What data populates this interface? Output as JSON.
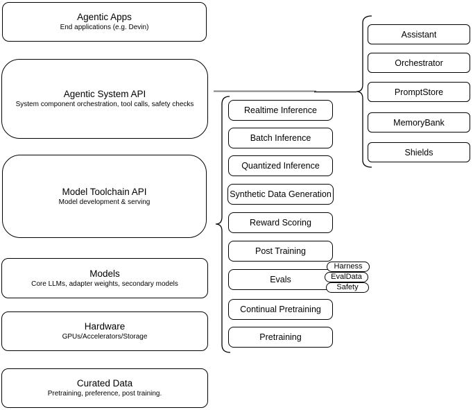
{
  "diagram": {
    "stack_layers": [
      {
        "title": "Agentic Apps",
        "subtitle": "End applications (e.g. Devin)"
      },
      {
        "title": "Agentic System API",
        "subtitle": "System component orchestration, tool calls, safety checks"
      },
      {
        "title": "Model Toolchain API",
        "subtitle": "Model development & serving"
      },
      {
        "title": "Models",
        "subtitle": "Core LLMs, adapter weights, secondary models"
      },
      {
        "title": "Hardware",
        "subtitle": "GPUs/Accelerators/Storage"
      },
      {
        "title": "Curated Data",
        "subtitle": "Pretraining, preference, post training."
      }
    ],
    "toolchain": {
      "items": [
        "Realtime Inference",
        "Batch Inference",
        "Quantized Inference",
        "Synthetic Data Generation",
        "Reward Scoring",
        "Post Training",
        "Evals",
        "Continual Pretraining",
        "Pretraining"
      ]
    },
    "evals_tags": [
      "Harness",
      "EvalData",
      "Safety"
    ],
    "system_components": [
      "Assistant",
      "Orchestrator",
      "PromptStore",
      "MemoryBank",
      "Shields"
    ],
    "colors": {
      "stroke": "#000000",
      "fill": "#ffffff",
      "connector_gray": "#808080"
    }
  }
}
